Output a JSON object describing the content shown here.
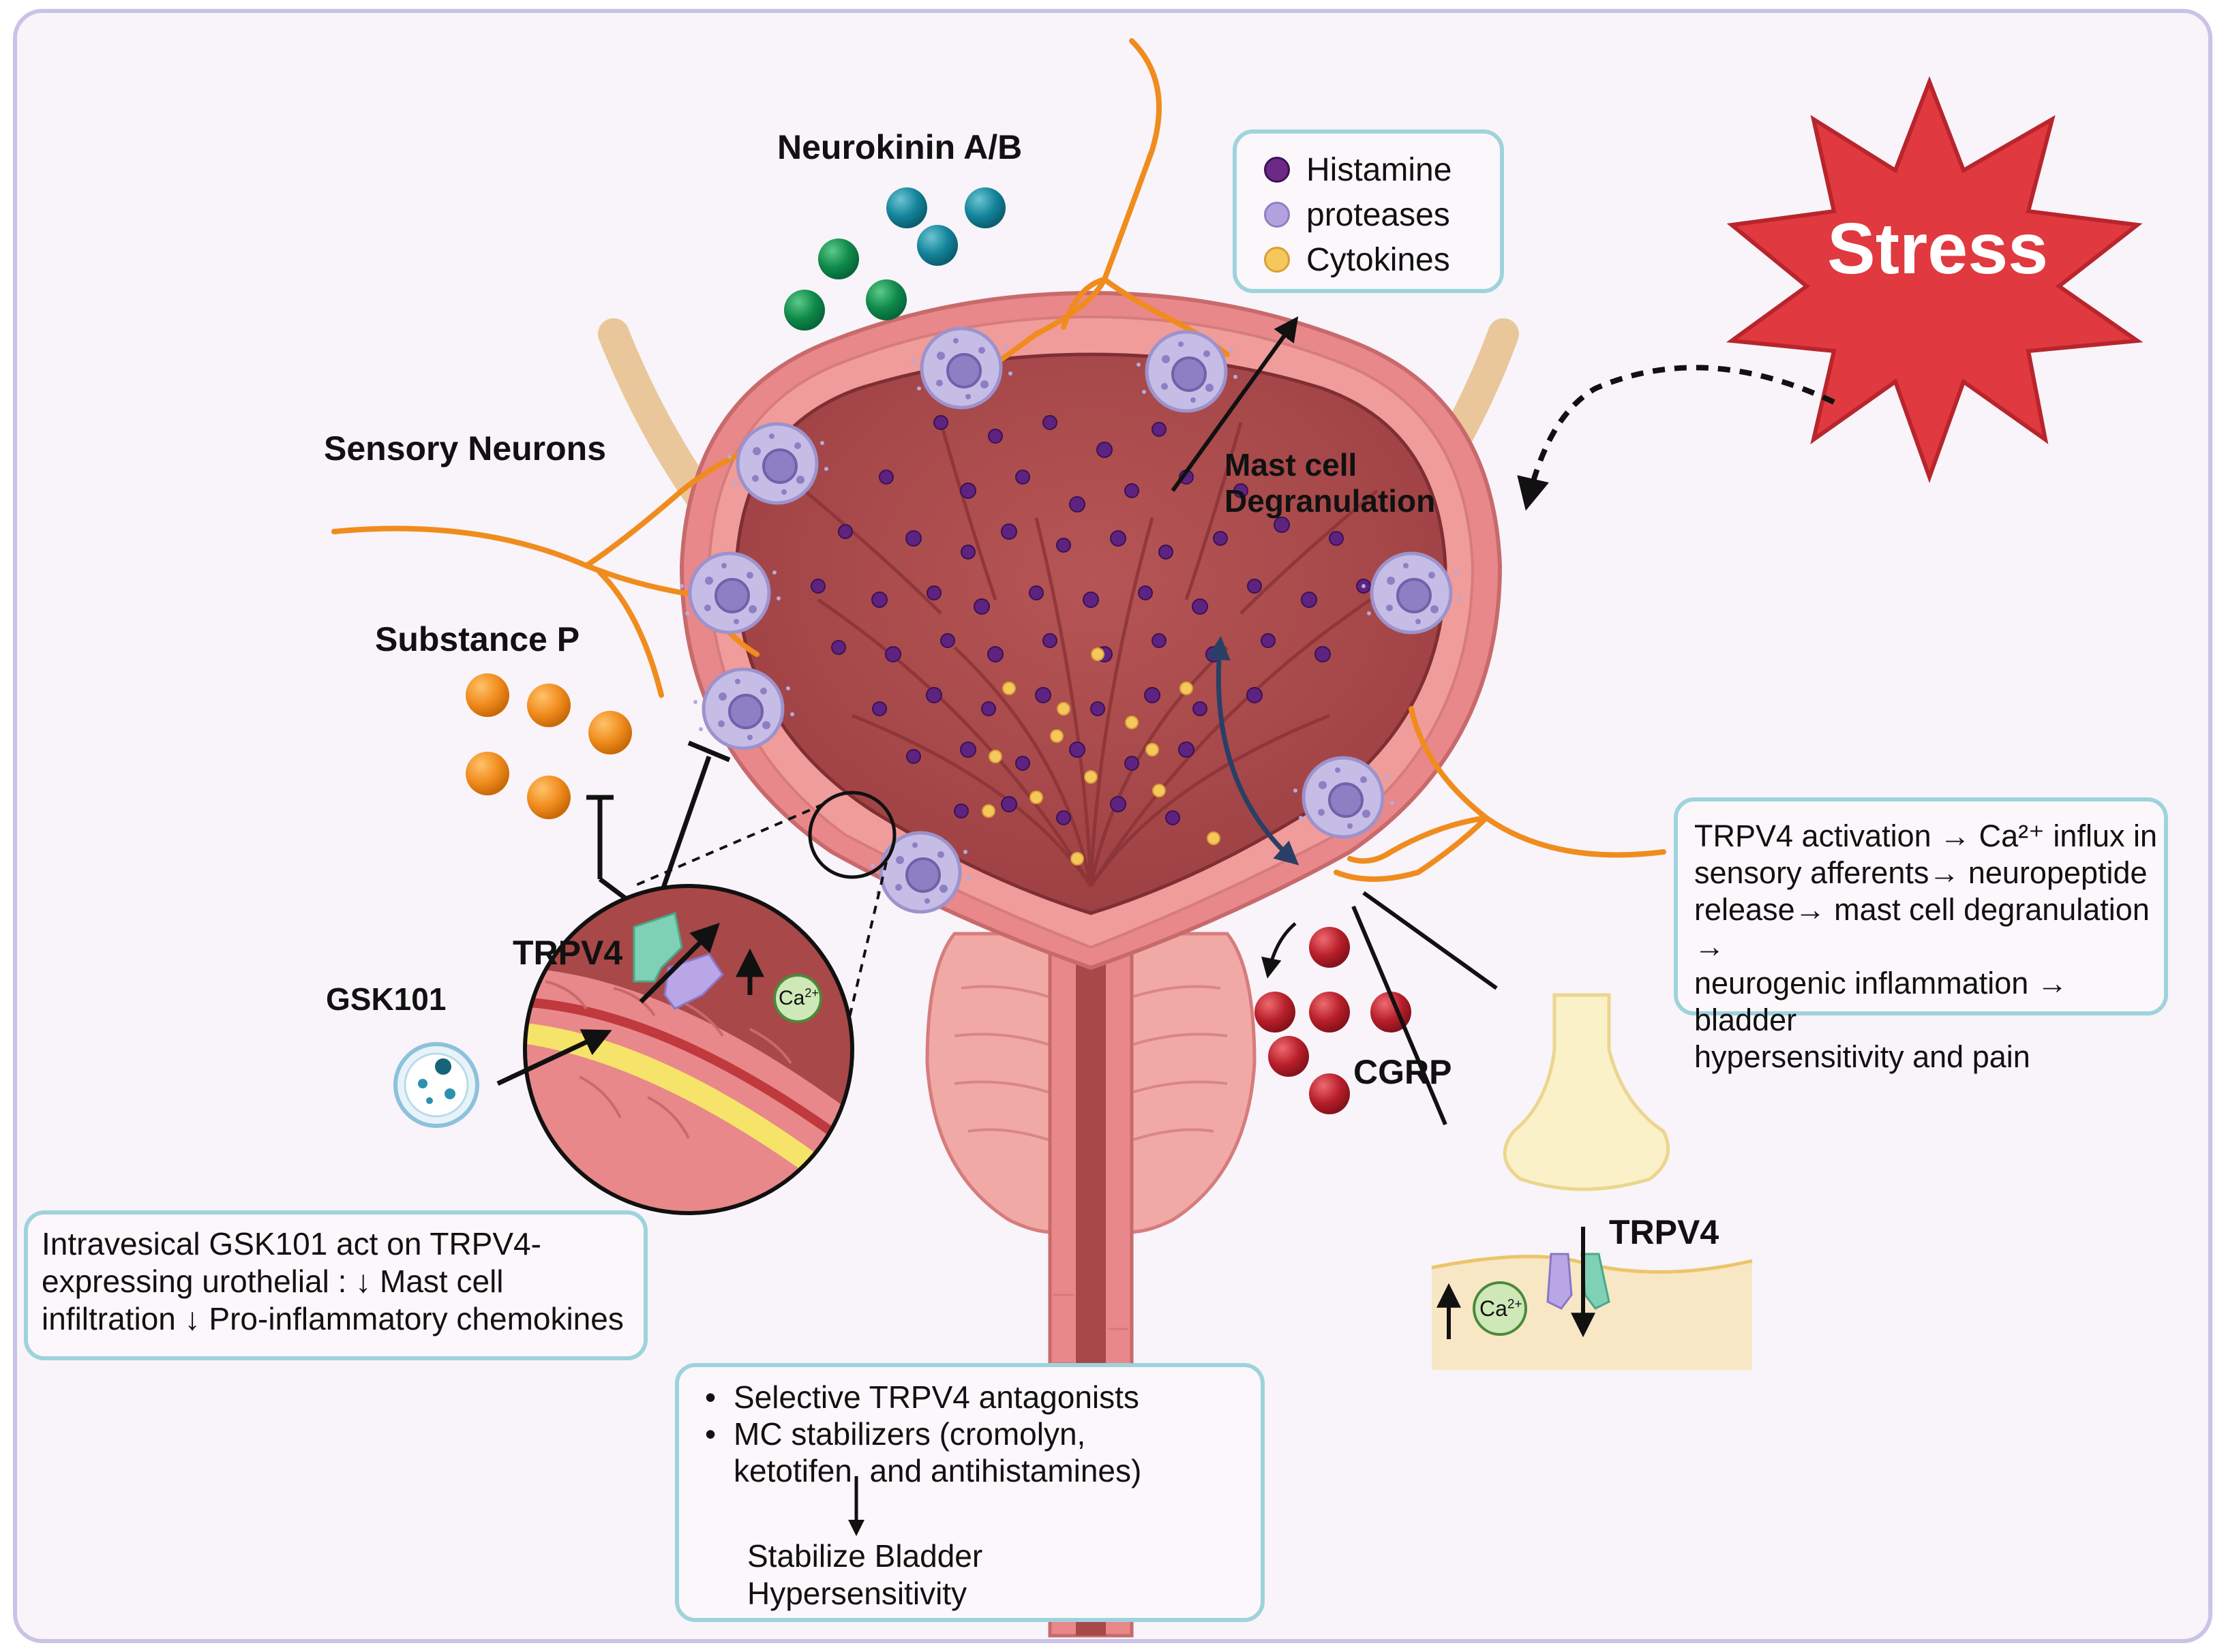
{
  "labels": {
    "neurokinin": "Neurokinin A/B",
    "sensory_neurons": "Sensory Neurons",
    "substance_p": "Substance P",
    "mast_cell_degranulation": [
      "Mast cell",
      "Degranulation"
    ],
    "trpv4_zoom": "TRPV4",
    "gsk101": "GSK101",
    "cgrp": "CGRP",
    "trpv4_afferent": "TRPV4",
    "stress": "Stress",
    "ca_ion": "Ca",
    "ca_charge": "2+"
  },
  "legend": {
    "items": [
      {
        "label": "Histamine",
        "color": "#6a2a86"
      },
      {
        "label": "proteases",
        "color": "#b3a2dd"
      },
      {
        "label": "Cytokines",
        "color": "#f6c75a"
      }
    ]
  },
  "boxes": {
    "trpv4_mechanism": [
      "TRPV4 activation → Ca²⁺ influx in",
      "sensory afferents→ neuropeptide",
      "release→ mast cell degranulation →",
      "neurogenic inflammation → bladder",
      "hypersensitivity and pain"
    ],
    "gsk101_effect": [
      "Intravesical GSK101 act on TRPV4-",
      "expressing urothelial : ↓ Mast cell",
      "infiltration  ↓ Pro-inflammatory chemokines"
    ],
    "treatment": {
      "bullets": [
        [
          "Selective TRPV4 antagonists"
        ],
        [
          "MC stabilizers (cromolyn,",
          "ketotifen, and antihistamines)"
        ]
      ],
      "outcome": [
        "Stabilize Bladder",
        "Hypersensitivity"
      ]
    }
  },
  "colors": {
    "frame": "#c9c3e6",
    "background": "#f8f4f9",
    "bladder_lumen": "#a84848",
    "bladder_wall": "#e8888a",
    "nerve": "#f08c1e",
    "stress_star": "#e0393f",
    "substance_p": "#f08c1e",
    "neurokinin_green": "#0f8a49",
    "neurokinin_teal": "#13849a",
    "cgrp": "#b81f2a",
    "box_border": "#9ed3dc",
    "mast_cell": "#c6bde6"
  }
}
